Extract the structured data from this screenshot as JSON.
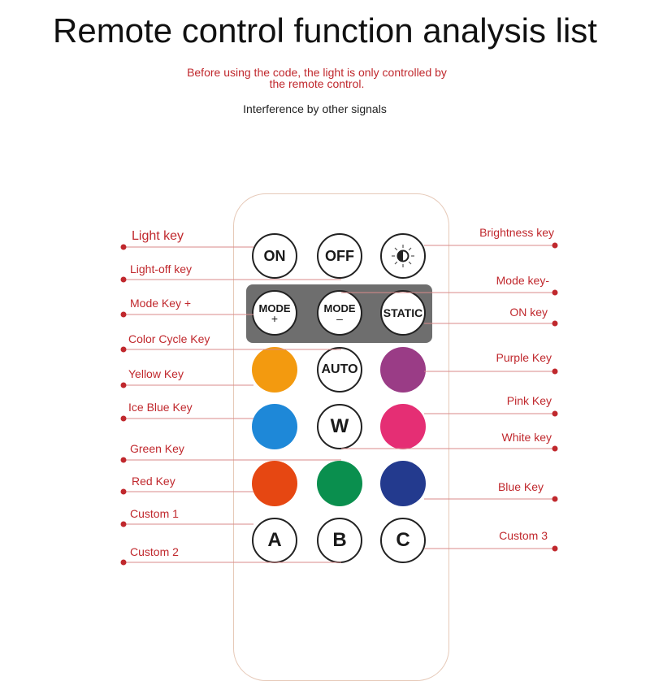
{
  "title": "Remote control function analysis list",
  "notice_line1": "Before using the code, the light is only controlled by",
  "notice_line2": "the remote control.",
  "interference": "Interference by other signals",
  "colors": {
    "label": "#c0282d",
    "orange": "#f39a0f",
    "purple": "#9a3c86",
    "ice_blue": "#1e88d8",
    "pink": "#e52e74",
    "red": "#e64712",
    "green": "#0a8f4e",
    "blue": "#233a8e"
  },
  "buttons": {
    "on": "ON",
    "off": "OFF",
    "brightness": "brightness-icon",
    "mode_plus": "MODE",
    "mode_plus_sign": "+",
    "mode_minus": "MODE",
    "mode_minus_sign": "–",
    "static": "STATIC",
    "auto": "AUTO",
    "w": "W",
    "a": "A",
    "b": "B",
    "c": "C"
  },
  "left_labels": {
    "light_key": "Light key",
    "light_off_key": "Light-off key",
    "mode_key_plus": "Mode Key +",
    "color_cycle_key": "Color Cycle Key",
    "yellow_key": "Yellow Key",
    "ice_blue_key": "Ice Blue Key",
    "green_key": "Green Key",
    "red_key": "Red Key",
    "custom_1": "Custom 1",
    "custom_2": "Custom 2"
  },
  "right_labels": {
    "brightness_key": "Brightness key",
    "mode_key_minus": "Mode key-",
    "on_key": "ON key",
    "purple_key": "Purple Key",
    "pink_key": "Pink Key",
    "white_key": "White key",
    "blue_key": "Blue Key",
    "custom_3": "Custom 3"
  }
}
